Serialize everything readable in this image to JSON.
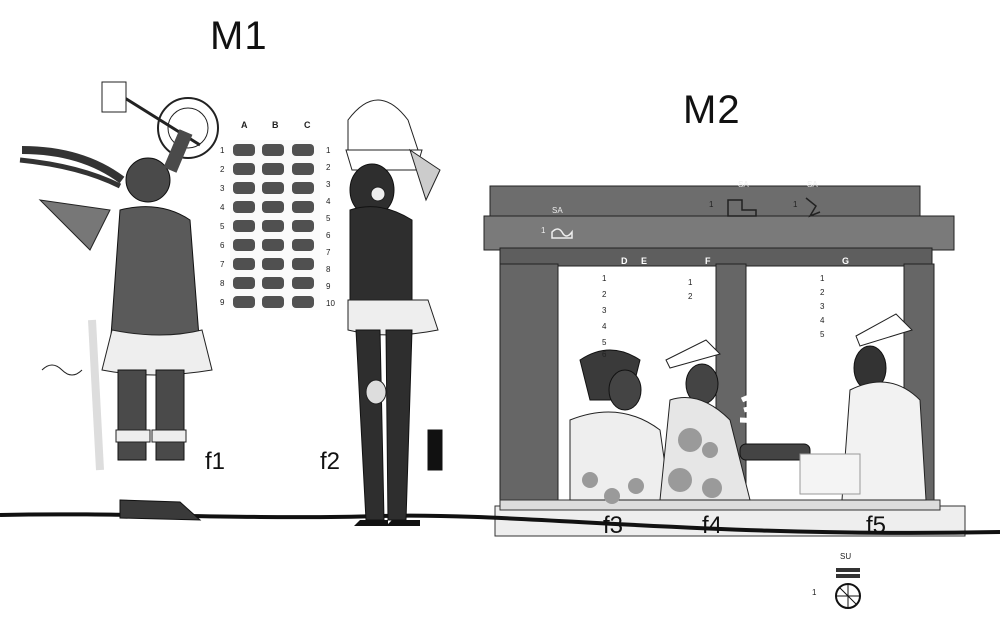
{
  "scenes": {
    "m1": {
      "label": "M1",
      "figures": [
        "f1",
        "f2"
      ],
      "glyph_columns": [
        "A",
        "B",
        "C"
      ],
      "left_rows": [
        "1",
        "2",
        "3",
        "4",
        "5",
        "6",
        "7",
        "8",
        "9"
      ],
      "right_rows": [
        "1",
        "2",
        "3",
        "4",
        "5",
        "6",
        "7",
        "8",
        "9",
        "10"
      ]
    },
    "m2": {
      "label": "M2",
      "figures": [
        "f3",
        "f4",
        "f5"
      ],
      "glyph_columns": [
        "D",
        "E",
        "F",
        "G"
      ],
      "de_rows": [
        "1",
        "2",
        "3",
        "4",
        "5",
        "6"
      ],
      "f_rows": [
        "1",
        "2"
      ],
      "g_rows": [
        "1",
        "2",
        "3",
        "4",
        "5"
      ]
    }
  },
  "captions": {
    "sa": "SA",
    "sa_numbers": [
      "1",
      "1",
      "1"
    ],
    "su": "SU",
    "su_number": "1"
  },
  "colors": {
    "skin": "#4a4a4a",
    "wall": "#6d6d6d",
    "wall_dark": "#555555",
    "ground": "#111111",
    "cloth": "#eeeeee"
  }
}
